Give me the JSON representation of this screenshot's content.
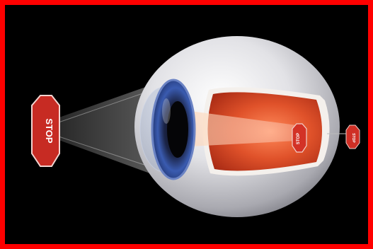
{
  "scene": {
    "sign_text_object": "STOP",
    "sign_text_retina": "STOP",
    "sign_text_far": "STOP"
  },
  "colors": {
    "border": "#ff0000",
    "background": "#000000",
    "stop_sign": "#d9322b",
    "retina": "#e0522a",
    "iris": "#2f4fa0",
    "sclera": "#e8e8ea"
  }
}
